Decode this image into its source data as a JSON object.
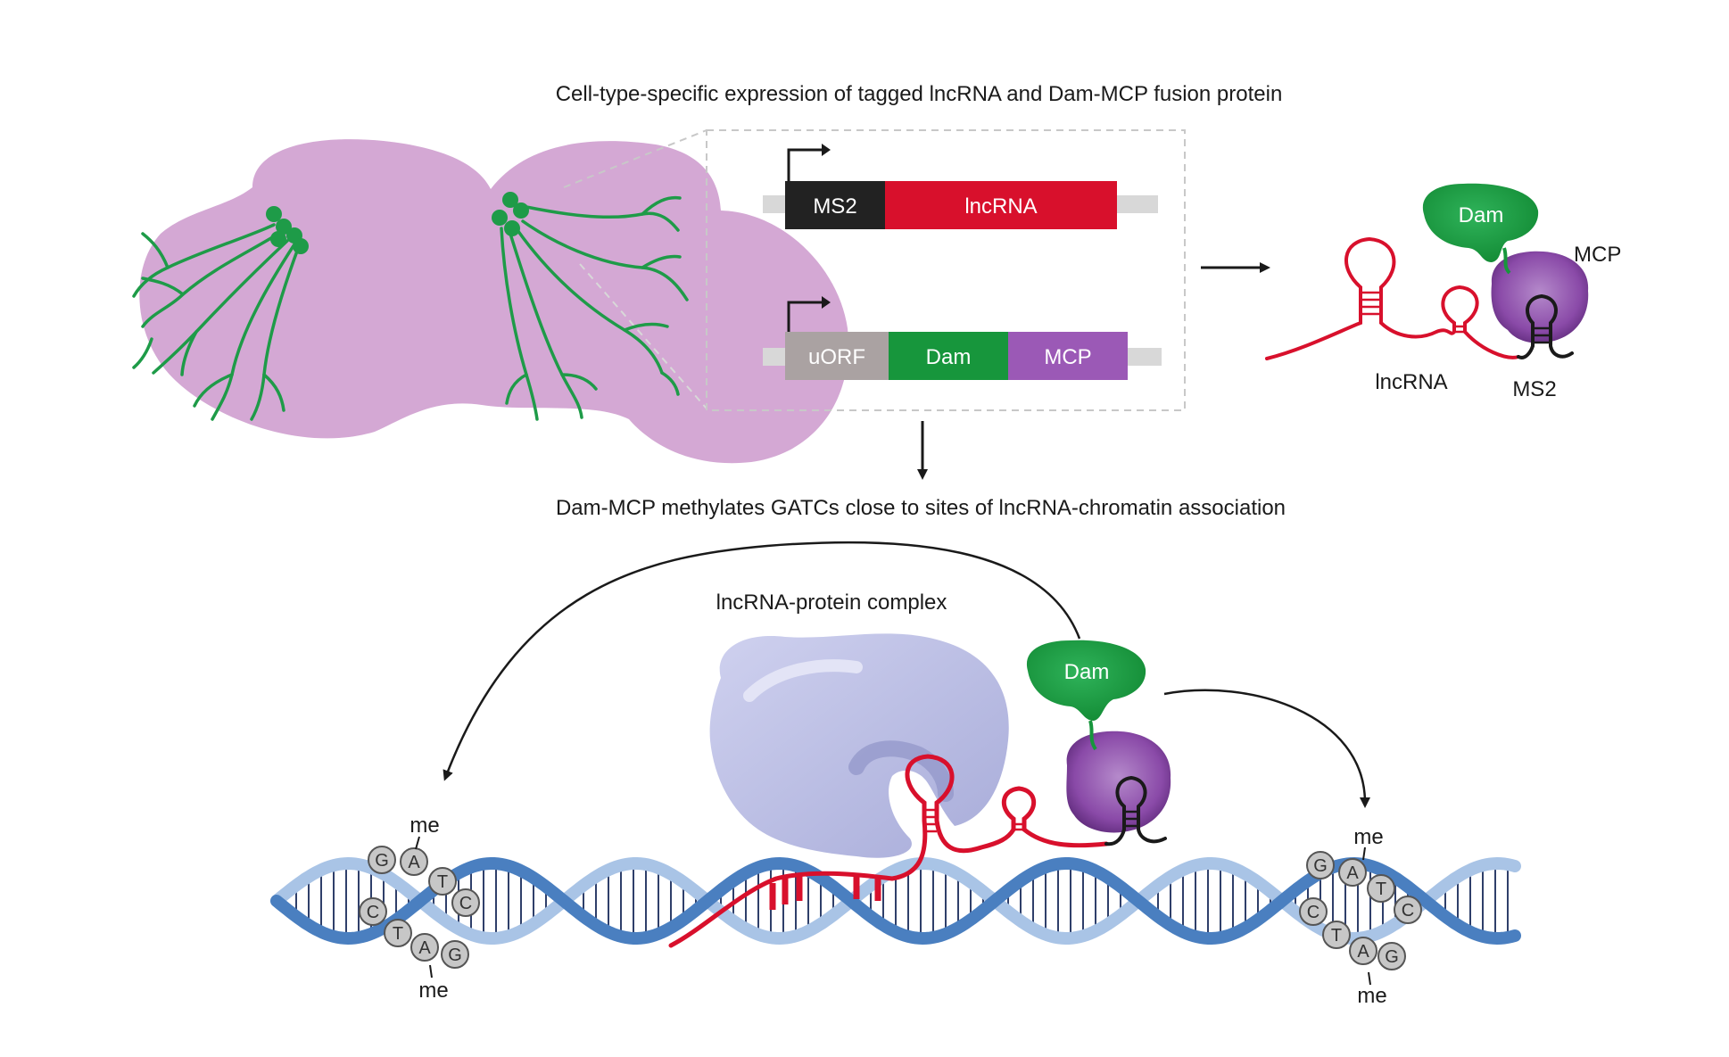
{
  "captions": {
    "top": "Cell-type-specific expression of tagged lncRNA and Dam-MCP fusion protein",
    "middle": "Dam-MCP methylates GATCs close to sites of lncRNA-chromatin association",
    "complex": "lncRNA-protein complex"
  },
  "constructs": {
    "reporter": {
      "tag": "MS2",
      "body": "lncRNA"
    },
    "fusion": {
      "uorf": "uORF",
      "enzyme": "Dam",
      "coat": "MCP"
    }
  },
  "schematic": {
    "enzyme": "Dam",
    "coat": "MCP",
    "rna": "lncRNA",
    "hairpin": "MS2"
  },
  "chromatin": {
    "enzyme": "Dam",
    "methyl_mark": "me",
    "left_top_strand": [
      "G",
      "A",
      "T",
      "C"
    ],
    "left_bottom_strand": [
      "C",
      "T",
      "A",
      "G"
    ],
    "right_top_strand": [
      "G",
      "A",
      "T",
      "C"
    ],
    "right_bottom_strand": [
      "C",
      "T",
      "A",
      "G"
    ]
  },
  "colors": {
    "brain": "#d4a8d4",
    "neuron": "#1e9b48",
    "ms2_box": "#222222",
    "lncrna": "#d8102c",
    "uorf": "#aaa2a2",
    "dam": "#17963c",
    "mcp": "#9b59b6",
    "protein_complex": "#b8bbe0",
    "dna_dark": "#4a7fc0",
    "dna_light": "#a9c4e6"
  }
}
